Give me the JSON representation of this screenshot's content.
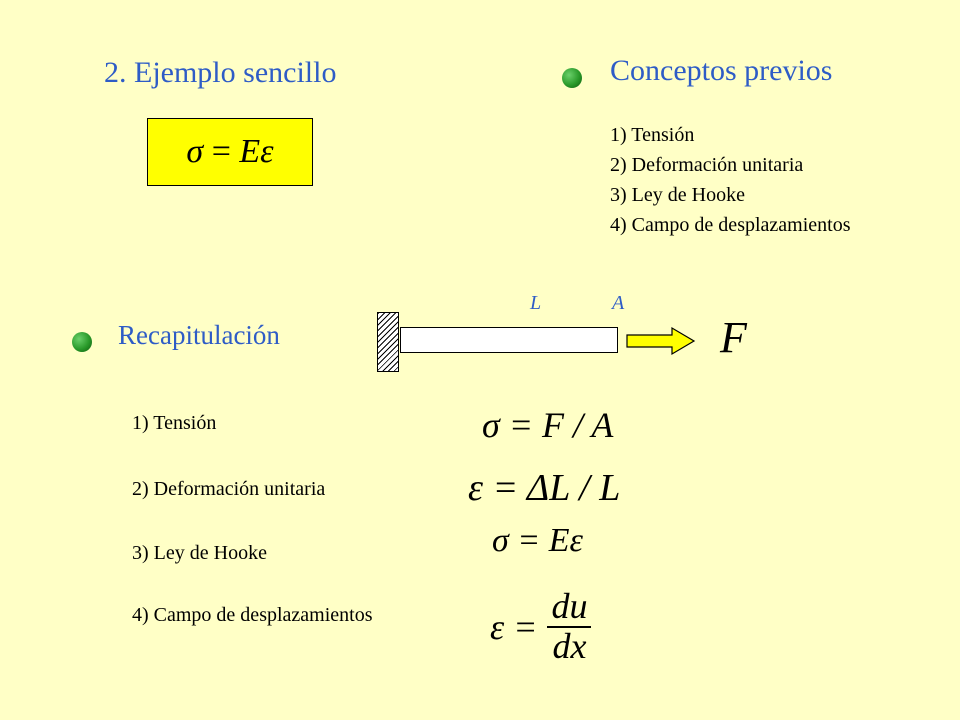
{
  "left_title": "2. Ejemplo sencillo",
  "boxed_formula": {
    "lhs": "σ",
    "eq": "=",
    "rhs": "Eε"
  },
  "concepts": {
    "title": "Conceptos previos",
    "items": [
      "1) Tensión",
      "2) Deformación unitaria",
      "3) Ley de Hooke",
      "4) Campo de desplazamientos"
    ]
  },
  "diagram": {
    "length_label": "L",
    "area_label": "A",
    "force_label": "F"
  },
  "recap": {
    "title": "Recapitulación",
    "items": [
      "1) Tensión",
      "2) Deformación unitaria",
      "3) Ley de Hooke",
      "4) Campo de desplazamientos"
    ],
    "formulas": {
      "stress": "σ = F / A",
      "strain": "ε = ΔL / L",
      "hooke": "σ = Eε",
      "displacement": {
        "lhs": "ε =",
        "num": "du",
        "den": "dx"
      }
    }
  },
  "colors": {
    "background": "#ffffc6",
    "title": "#2e5cc6",
    "box": "#ffff00",
    "bullet": "#2a9a2a",
    "arrow": "#ffff00"
  }
}
